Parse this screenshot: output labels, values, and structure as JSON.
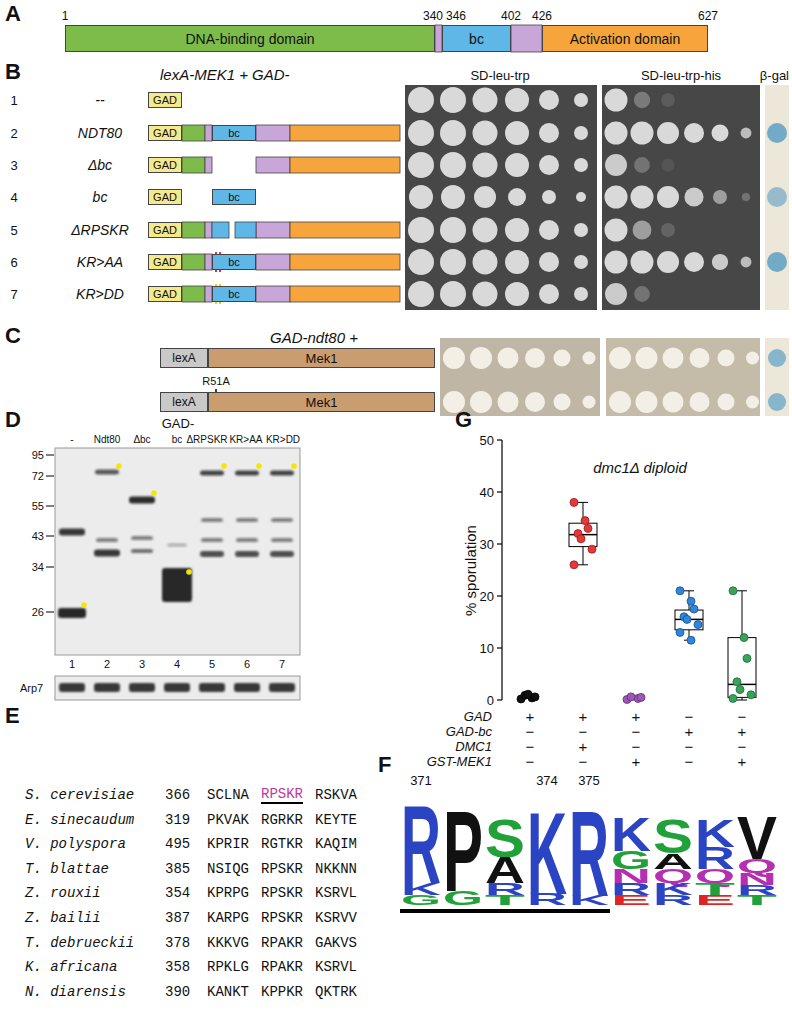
{
  "diagram": {
    "nodes": [
      {
        "text": [
          "DNA-binding domain"
        ]
      },
      {
        "text": [
          "bc"
        ]
      },
      {
        "text": [
          "Activation domain"
        ]
      },
      {
        "text": [
          "GAD"
        ]
      },
      {
        "text": [
          "GAD"
        ]
      },
      {
        "text": [
          "bc"
        ]
      },
      {
        "text": [
          "GAD"
        ]
      },
      {
        "text": [
          "GAD"
        ]
      },
      {
        "text": [
          "bc"
        ]
      },
      {
        "text": [
          "GAD"
        ]
      },
      {
        "text": [
          "GAD"
        ]
      },
      {
        "text": [
          "bc"
        ]
      },
      {
        "text": [
          "GAD"
        ]
      },
      {
        "text": [
          "bc"
        ]
      },
      {
        "text": [
          "lexA"
        ]
      },
      {
        "text": [
          "Mek1"
        ]
      },
      {
        "text": [
          "lexA"
        ]
      },
      {
        "text": [
          "Mek1"
        ]
      }
    ],
    "labels": [
      "A",
      "1",
      "340",
      "346",
      "402",
      "426",
      "627",
      "B",
      "lexA-MEK1 + GAD-",
      "SD-leu-trp",
      "SD-leu-trp-his",
      "β-gal",
      "1",
      "2",
      "3",
      "4",
      "5",
      "6",
      "7",
      "--",
      "NDT80",
      "Δbc",
      "bc",
      "ΔRPSKR",
      "KR>AA",
      "KR>DD",
      "C",
      "GAD-ndt80 +",
      "R51A",
      "D",
      "GAD-",
      "-",
      "Ndt80",
      "Δbc",
      "bc",
      "ΔRPSKR",
      "KR>AA",
      "KR>DD",
      "95",
      "72",
      "55",
      "43",
      "34",
      "26",
      "1",
      "2",
      "3",
      "4",
      "5",
      "6",
      "7",
      "Arp7",
      "E",
      "S. cerevisiae",
      "366",
      "SCLNA",
      "RPSKR",
      "RSKVA",
      "E. sinecaudum",
      "319",
      "PKVAK",
      "RGRKR",
      "KEYTE",
      "V. polyspora",
      "495",
      "KPRIR",
      "RGTKR",
      "KAQIM",
      "T. blattae",
      "385",
      "NSIQG",
      "RPSKR",
      "NKKNN",
      "Z. rouxii",
      "354",
      "KPRPG",
      "RPSKR",
      "KSRVL",
      "Z. bailii",
      "387",
      "KARPG",
      "RPSKR",
      "KSRVV",
      "T. debrueckii",
      "378",
      "KKKVG",
      "RPAKR",
      "GAKVS",
      "K. africana",
      "358",
      "RPKLG",
      "RPAKR",
      "KSRVL",
      "N. diarensis",
      "390",
      "KANKT",
      "KPPKR",
      "QKTRK",
      "F",
      "371",
      "374",
      "375",
      "R",
      "K",
      "G",
      "P",
      "G",
      "S",
      "A",
      "R",
      "T",
      "K",
      "R",
      "R",
      "K",
      "K",
      "G",
      "N",
      "R",
      "E",
      "S",
      "A",
      "Q",
      "K",
      "R",
      "K",
      "R",
      "Q",
      "T",
      "E",
      "V",
      "Q",
      "N",
      "R",
      "T",
      "G",
      "dmc1Δ diploid",
      "% sporulation",
      "0",
      "10",
      "20",
      "30",
      "40",
      "50",
      "GAD",
      "GAD-bc",
      "DMC1",
      "GST-MEK1",
      "+",
      "+",
      "+",
      "−",
      "−",
      "−",
      "−",
      "−",
      "+",
      "+",
      "−",
      "+",
      "−",
      "−",
      "−",
      "−",
      "−",
      "+",
      "−",
      "+"
    ]
  }
}
